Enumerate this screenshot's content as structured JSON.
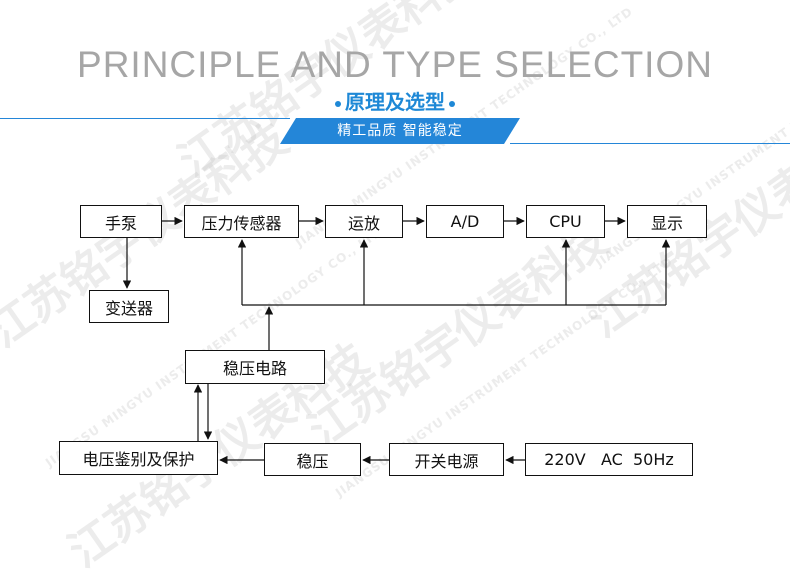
{
  "heading": {
    "english_title": "PRINCIPLE AND TYPE SELECTION",
    "chinese_title": "原理及选型",
    "subtitle": "精工品质  智能稳定"
  },
  "watermark": {
    "chinese": "江苏铭宇仪表科技",
    "english": "JIANGSU MINGYU INSTRUMENT TECHNOLOGY CO., LTD"
  },
  "blocks": {
    "pump": "手泵",
    "pressure_sensor": "压力传感器",
    "opamp": "运放",
    "adc": "A/D",
    "cpu": "CPU",
    "display": "显示",
    "transmitter": "变送器",
    "regulator_circuit": "稳压电路",
    "voltage_protect": "电压鉴别及保护",
    "regulator": "稳压",
    "switching_power": "开关电源",
    "ac_input": "220V   AC  50Hz"
  },
  "colors": {
    "accent": "#2486d8",
    "title_gray": "#a6a6a6",
    "line": "#111111"
  }
}
